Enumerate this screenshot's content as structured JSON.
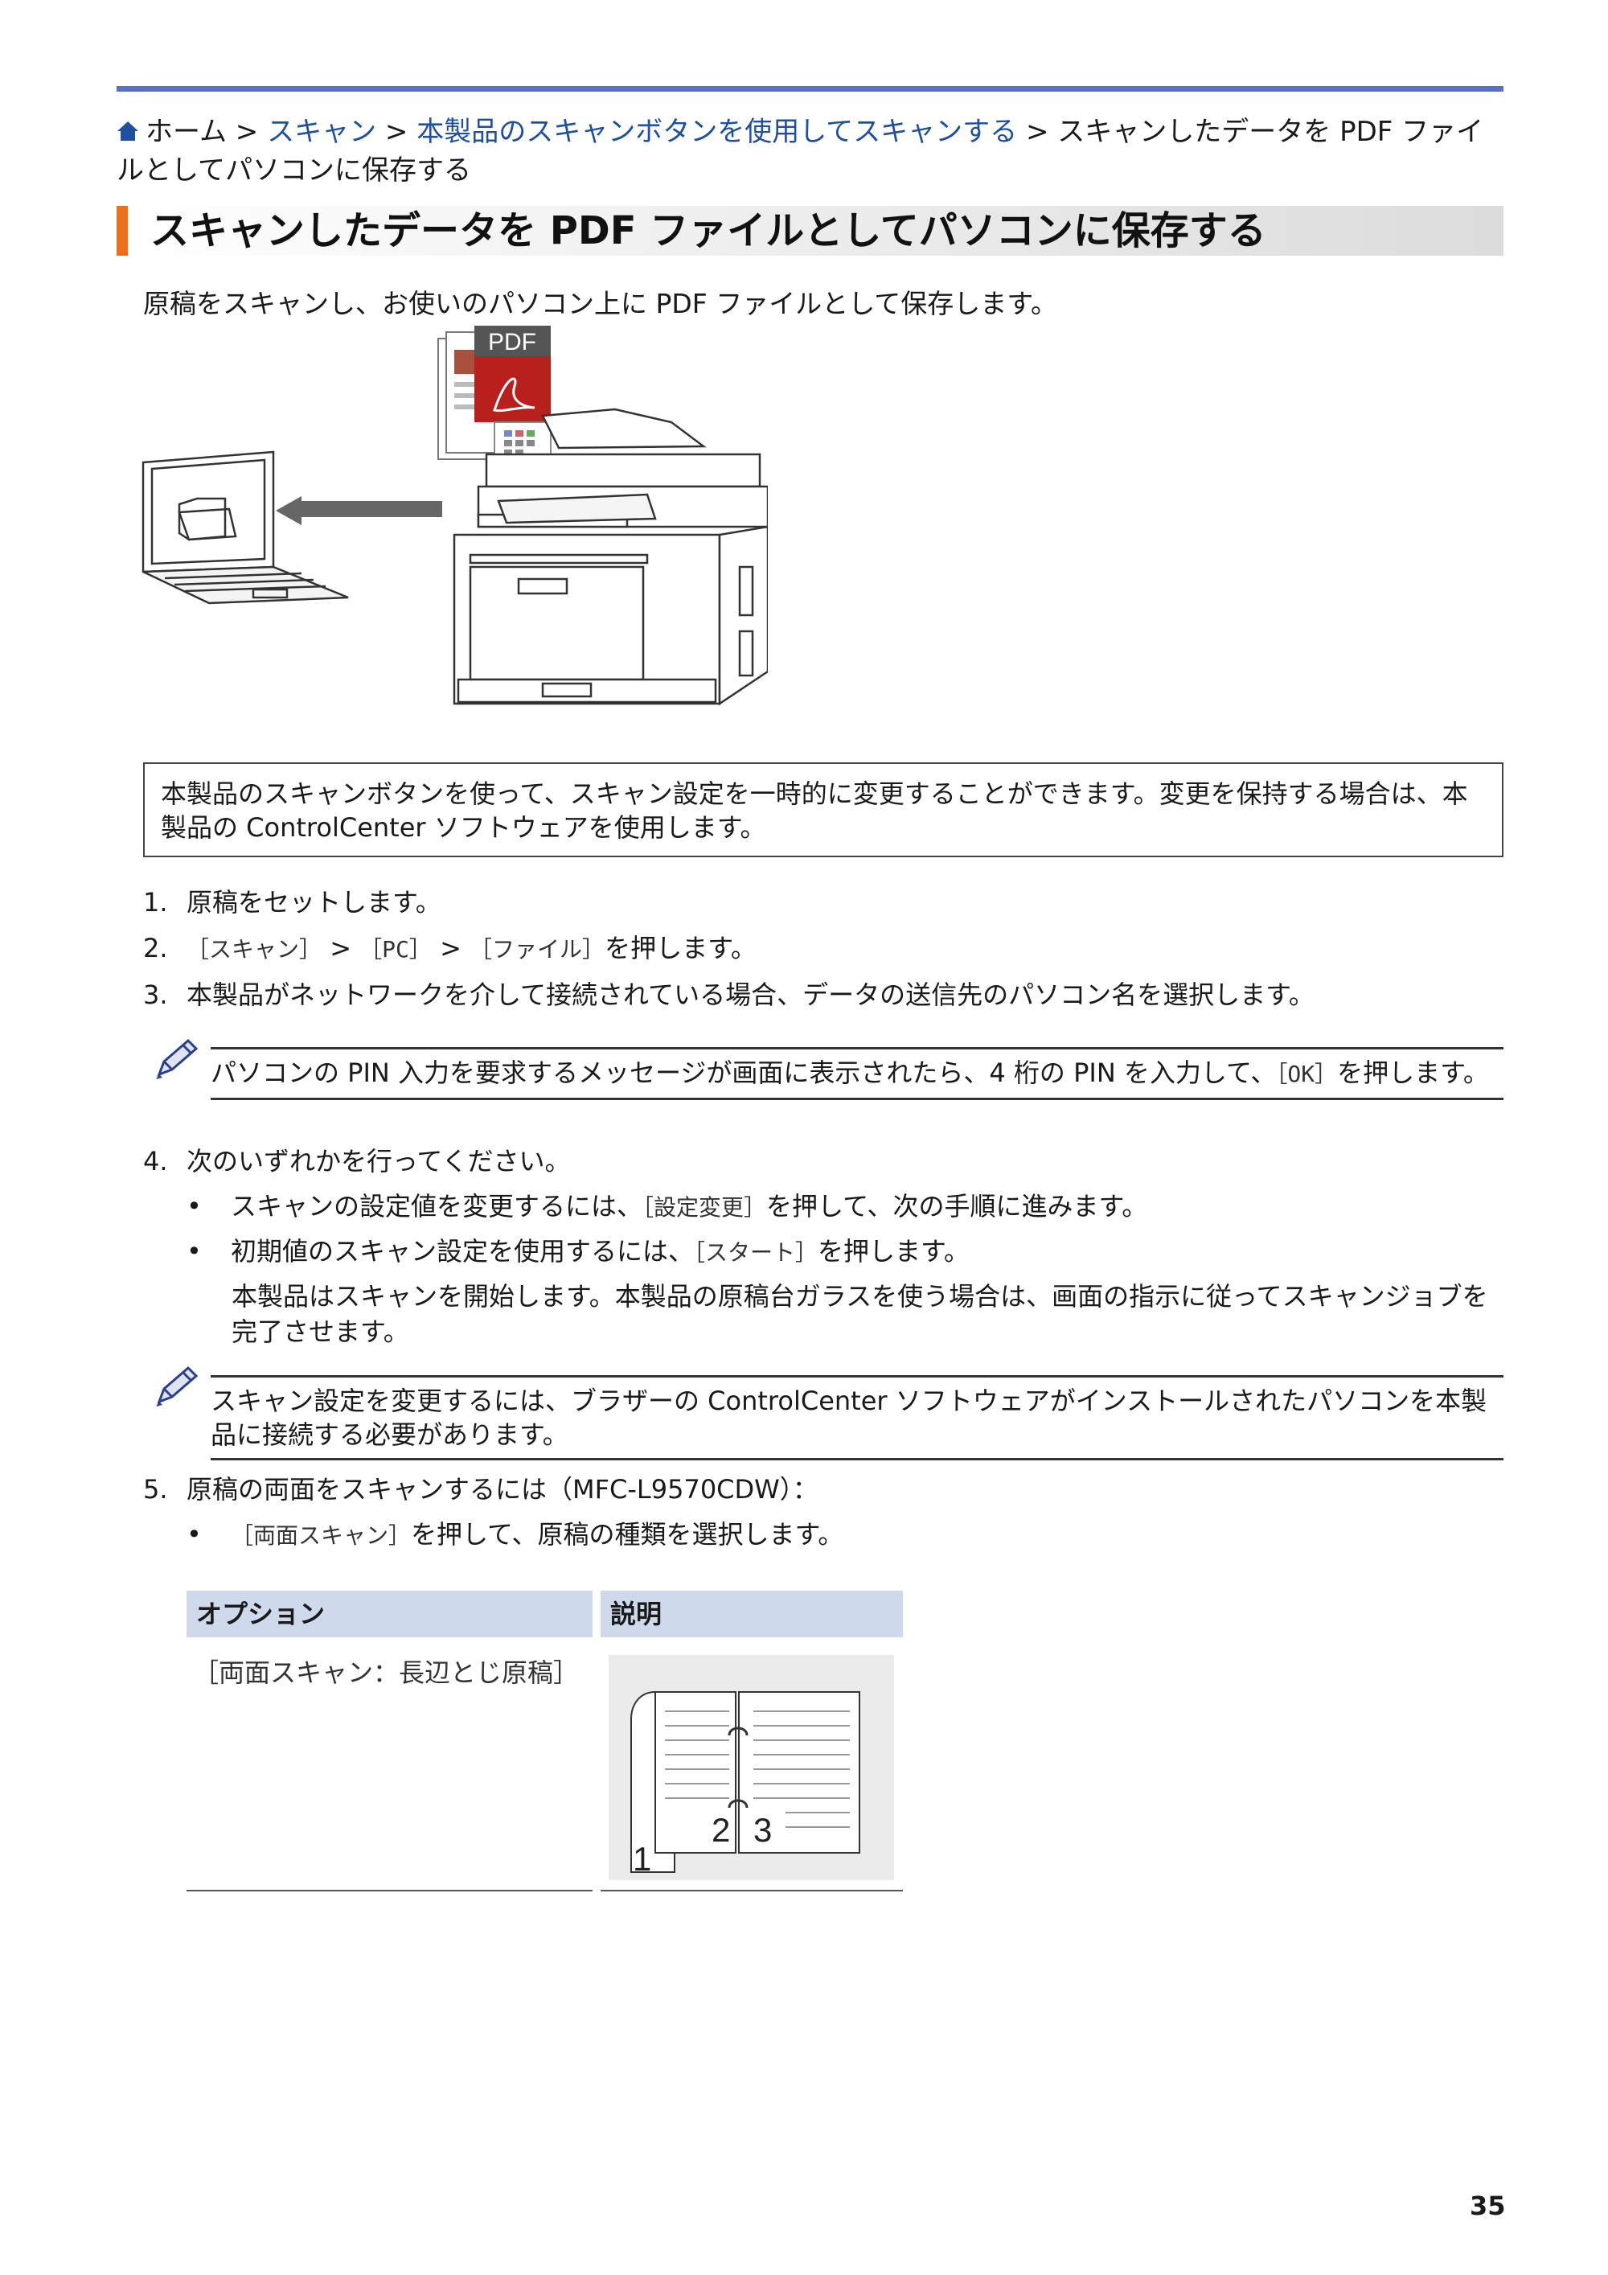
{
  "breadcrumb": {
    "home": "ホーム",
    "sep1": " > ",
    "link1": "スキャン",
    "sep2": " > ",
    "link2": "本製品のスキャンボタンを使用してスキャンする",
    "sep3": " > ",
    "current": "スキャンしたデータを PDF ファイルとしてパソコンに保存する"
  },
  "title": "スキャンしたデータを PDF ファイルとしてパソコンに保存する",
  "intro": "原稿をスキャンし、お使いのパソコン上に PDF ファイルとして保存します。",
  "figure": {
    "pdf_label": "PDF"
  },
  "note": "本製品のスキャンボタンを使って、スキャン設定を一時的に変更することができます。変更を保持する場合は、本製品の ControlCenter ソフトウェアを使用します。",
  "steps": {
    "s1": {
      "num": "1.",
      "text": "原稿をセットします。"
    },
    "s2": {
      "num": "2.",
      "ui1": "［スキャン］",
      "sep1": " > ",
      "ui2": "［PC］",
      "sep2": " > ",
      "ui3": "［ファイル］",
      "text": "を押します。"
    },
    "s3": {
      "num": "3.",
      "text": "本製品がネットワークを介して接続されている場合、データの送信先のパソコン名を選択します。"
    },
    "s4": {
      "num": "4.",
      "text": "次のいずれかを行ってください。"
    },
    "s5": {
      "num": "5.",
      "text": "原稿の両面をスキャンするには（MFC-L9570CDW）："
    }
  },
  "tip1": {
    "pre": "パソコンの PIN 入力を要求するメッセージが画面に表示されたら、4 桁の PIN を入力して、",
    "ui": "［OK］",
    "post": "を押します。"
  },
  "step4_bullets": {
    "b1": {
      "pre": "スキャンの設定値を変更するには、",
      "ui": "［設定変更］",
      "post": "を押して、次の手順に進みます。"
    },
    "b2": {
      "pre": "初期値のスキャン設定を使用するには、",
      "ui": "［スタート］",
      "post": "を押します。"
    },
    "b2_para": "本製品はスキャンを開始します。本製品の原稿台ガラスを使う場合は、画面の指示に従ってスキャンジョブを完了させます。"
  },
  "tip2": "スキャン設定を変更するには、ブラザーの ControlCenter ソフトウェアがインストールされたパソコンを本製品に接続する必要があります。",
  "step5_bullet": {
    "ui": "［両面スキャン］",
    "post": "を押して、原稿の種類を選択します。"
  },
  "table": {
    "headers": {
      "option": "オプション",
      "description": "説明"
    },
    "row1": {
      "option": "［両面スキャン：長辺とじ原稿］",
      "page_left": "1",
      "page_mid": "2",
      "page_right": "3"
    }
  },
  "page_number": "35",
  "colors": {
    "accent": "#f07018",
    "link": "#1f4fa0",
    "rule": "#5b6ec8",
    "table_header": "#cfd9ec",
    "pdf_red": "#b8201e"
  }
}
